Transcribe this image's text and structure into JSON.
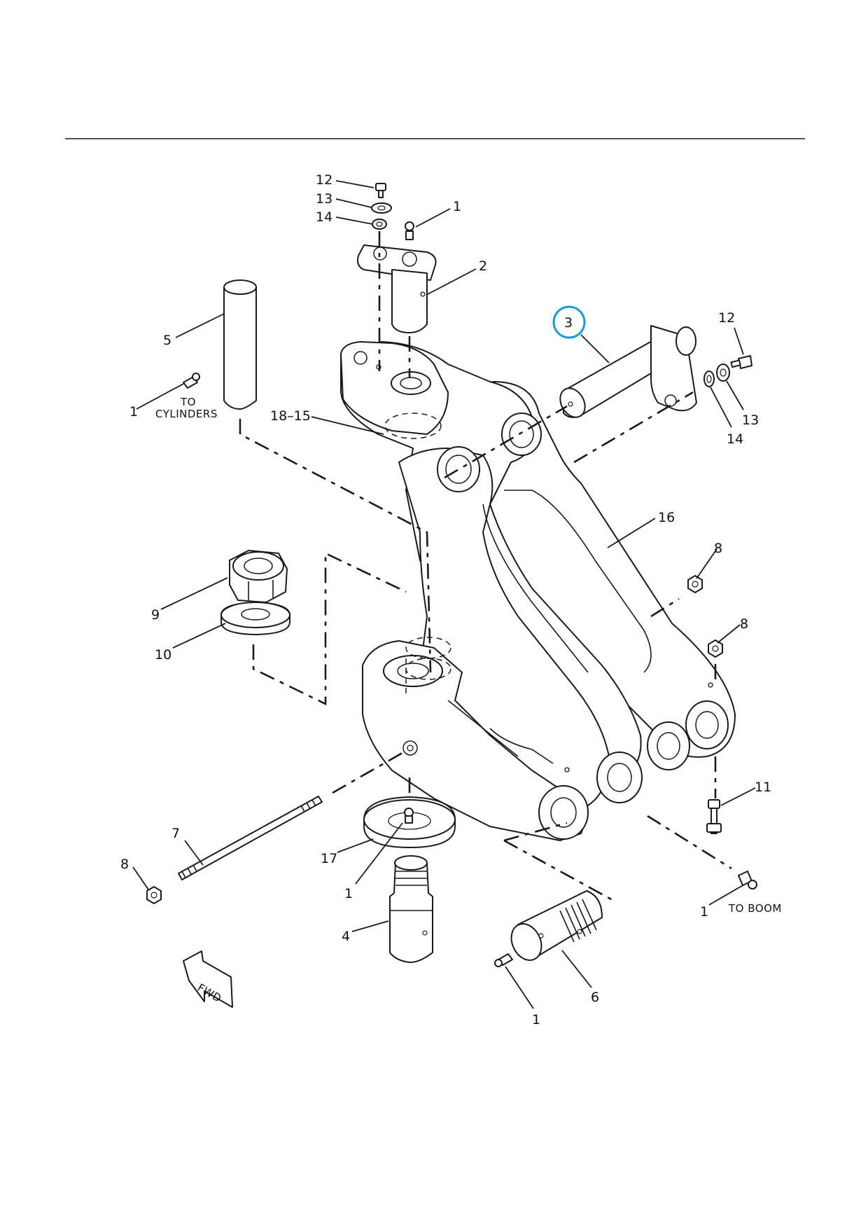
{
  "colors": {
    "ink": "#1a1a1a",
    "highlight": "#1a9bd8",
    "paper": "#ffffff"
  },
  "callouts": {
    "c12_top": "12",
    "c13_top": "13",
    "c14_top": "14",
    "c1_top": "1",
    "c2": "2",
    "c5": "5",
    "c1_cyl": "1",
    "c18_15": "18–15",
    "c3": "3",
    "c12_right": "12",
    "c13_right": "13",
    "c14_right": "14",
    "c16": "16",
    "c8_a": "8",
    "c8_b": "8",
    "c9": "9",
    "c10": "10",
    "c11": "11",
    "c7": "7",
    "c8_left": "8",
    "c17": "17",
    "c1_lower": "1",
    "c4": "4",
    "c1_boom": "1",
    "c6": "6",
    "c1_bottom": "1"
  },
  "notes": {
    "to_cylinders_1": "TO",
    "to_cylinders_2": "CYLINDERS",
    "to_boom": "TO BOOM",
    "fwd": "FWD"
  },
  "highlighted_callout": "3"
}
